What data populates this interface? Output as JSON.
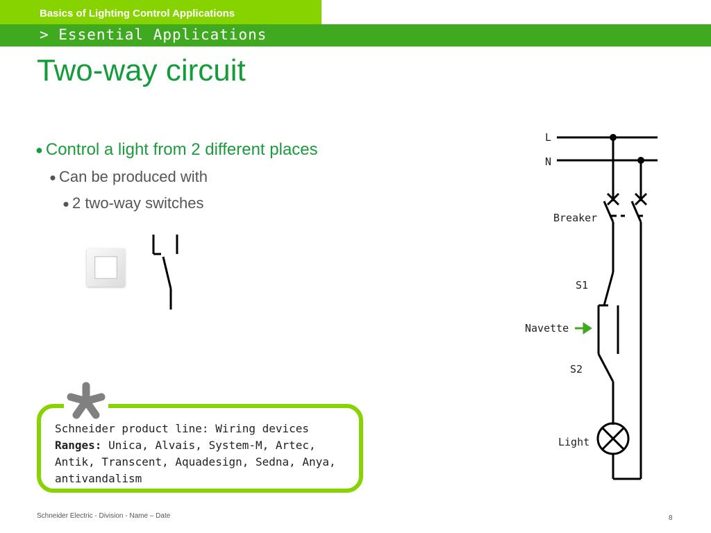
{
  "header": {
    "section": "Basics of Lighting Control Applications",
    "subsection": "> Essential Applications"
  },
  "slide": {
    "title": "Two-way circuit",
    "bullets": [
      "Control a light from 2 different places",
      "Can be produced with",
      "2 two-way switches"
    ]
  },
  "diagram": {
    "labels": {
      "line": "L",
      "neutral": "N",
      "breaker": "Breaker",
      "switch1": "S1",
      "navette": "Navette",
      "switch2": "S2",
      "light": "Light"
    },
    "colors": {
      "arrow": "#3faa1f",
      "wire": "#000000"
    }
  },
  "info": {
    "heading": "Schneider product line: Wiring devices",
    "ranges_label": "Ranges:",
    "ranges_value": " Unica, Alvais, System-M, Artec, Antik, Transcent, Aquadesign, Sedna, Anya, antivandalism"
  },
  "footer": {
    "left": "Schneider Electric - Division - Name – Date",
    "page": "8"
  },
  "colors": {
    "top_bar": "#87d300",
    "sub_bar": "#3faa1f",
    "title": "#149c3a"
  }
}
